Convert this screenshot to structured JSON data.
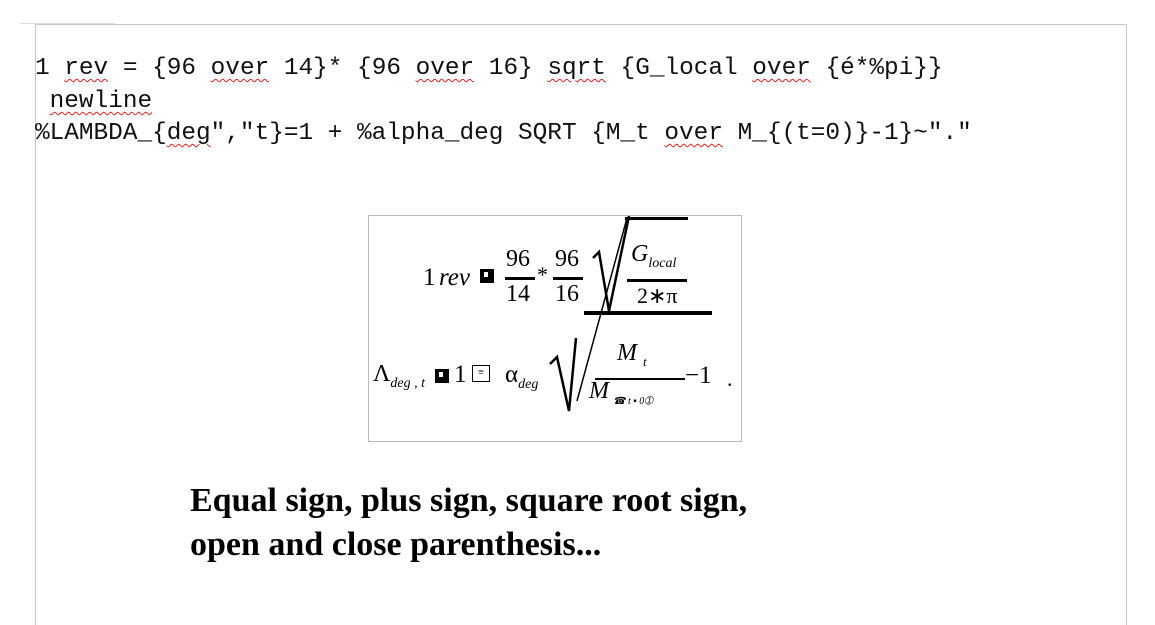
{
  "source_lines": [
    {
      "parts": [
        "1 ",
        "rev",
        " = {96 ",
        "over",
        " 14}* {96 ",
        "over",
        " 16} ",
        "sqrt",
        " {G_local ",
        "over",
        " {é*%pi}}"
      ]
    },
    {
      "parts": [
        " ",
        "newline"
      ]
    },
    {
      "parts": [
        "%LAMBDA_{",
        "deg",
        "\",\"t}=1 + %alpha_deg SQRT {M_t ",
        "over",
        " M_{(t=0)}-1}~\".\""
      ]
    }
  ],
  "formula": {
    "one": "1",
    "rev": "rev",
    "n1": "96",
    "d1": "14",
    "star": "*",
    "n2": "96",
    "d2": "16",
    "G": "G",
    "local": "local",
    "den": "2∗π",
    "lambda": "Λ",
    "lsub": "deg , t",
    "one2": "1",
    "alpha": "α",
    "asub": "deg",
    "M": "M",
    "t": "t",
    "M2": "M",
    "sub2": "☎ t ▪ 0➀",
    "minus1": "−1",
    "dot": "."
  },
  "caption": {
    "line1": "Equal sign, plus sign, square root sign,",
    "line2": "open and close parenthesis..."
  }
}
